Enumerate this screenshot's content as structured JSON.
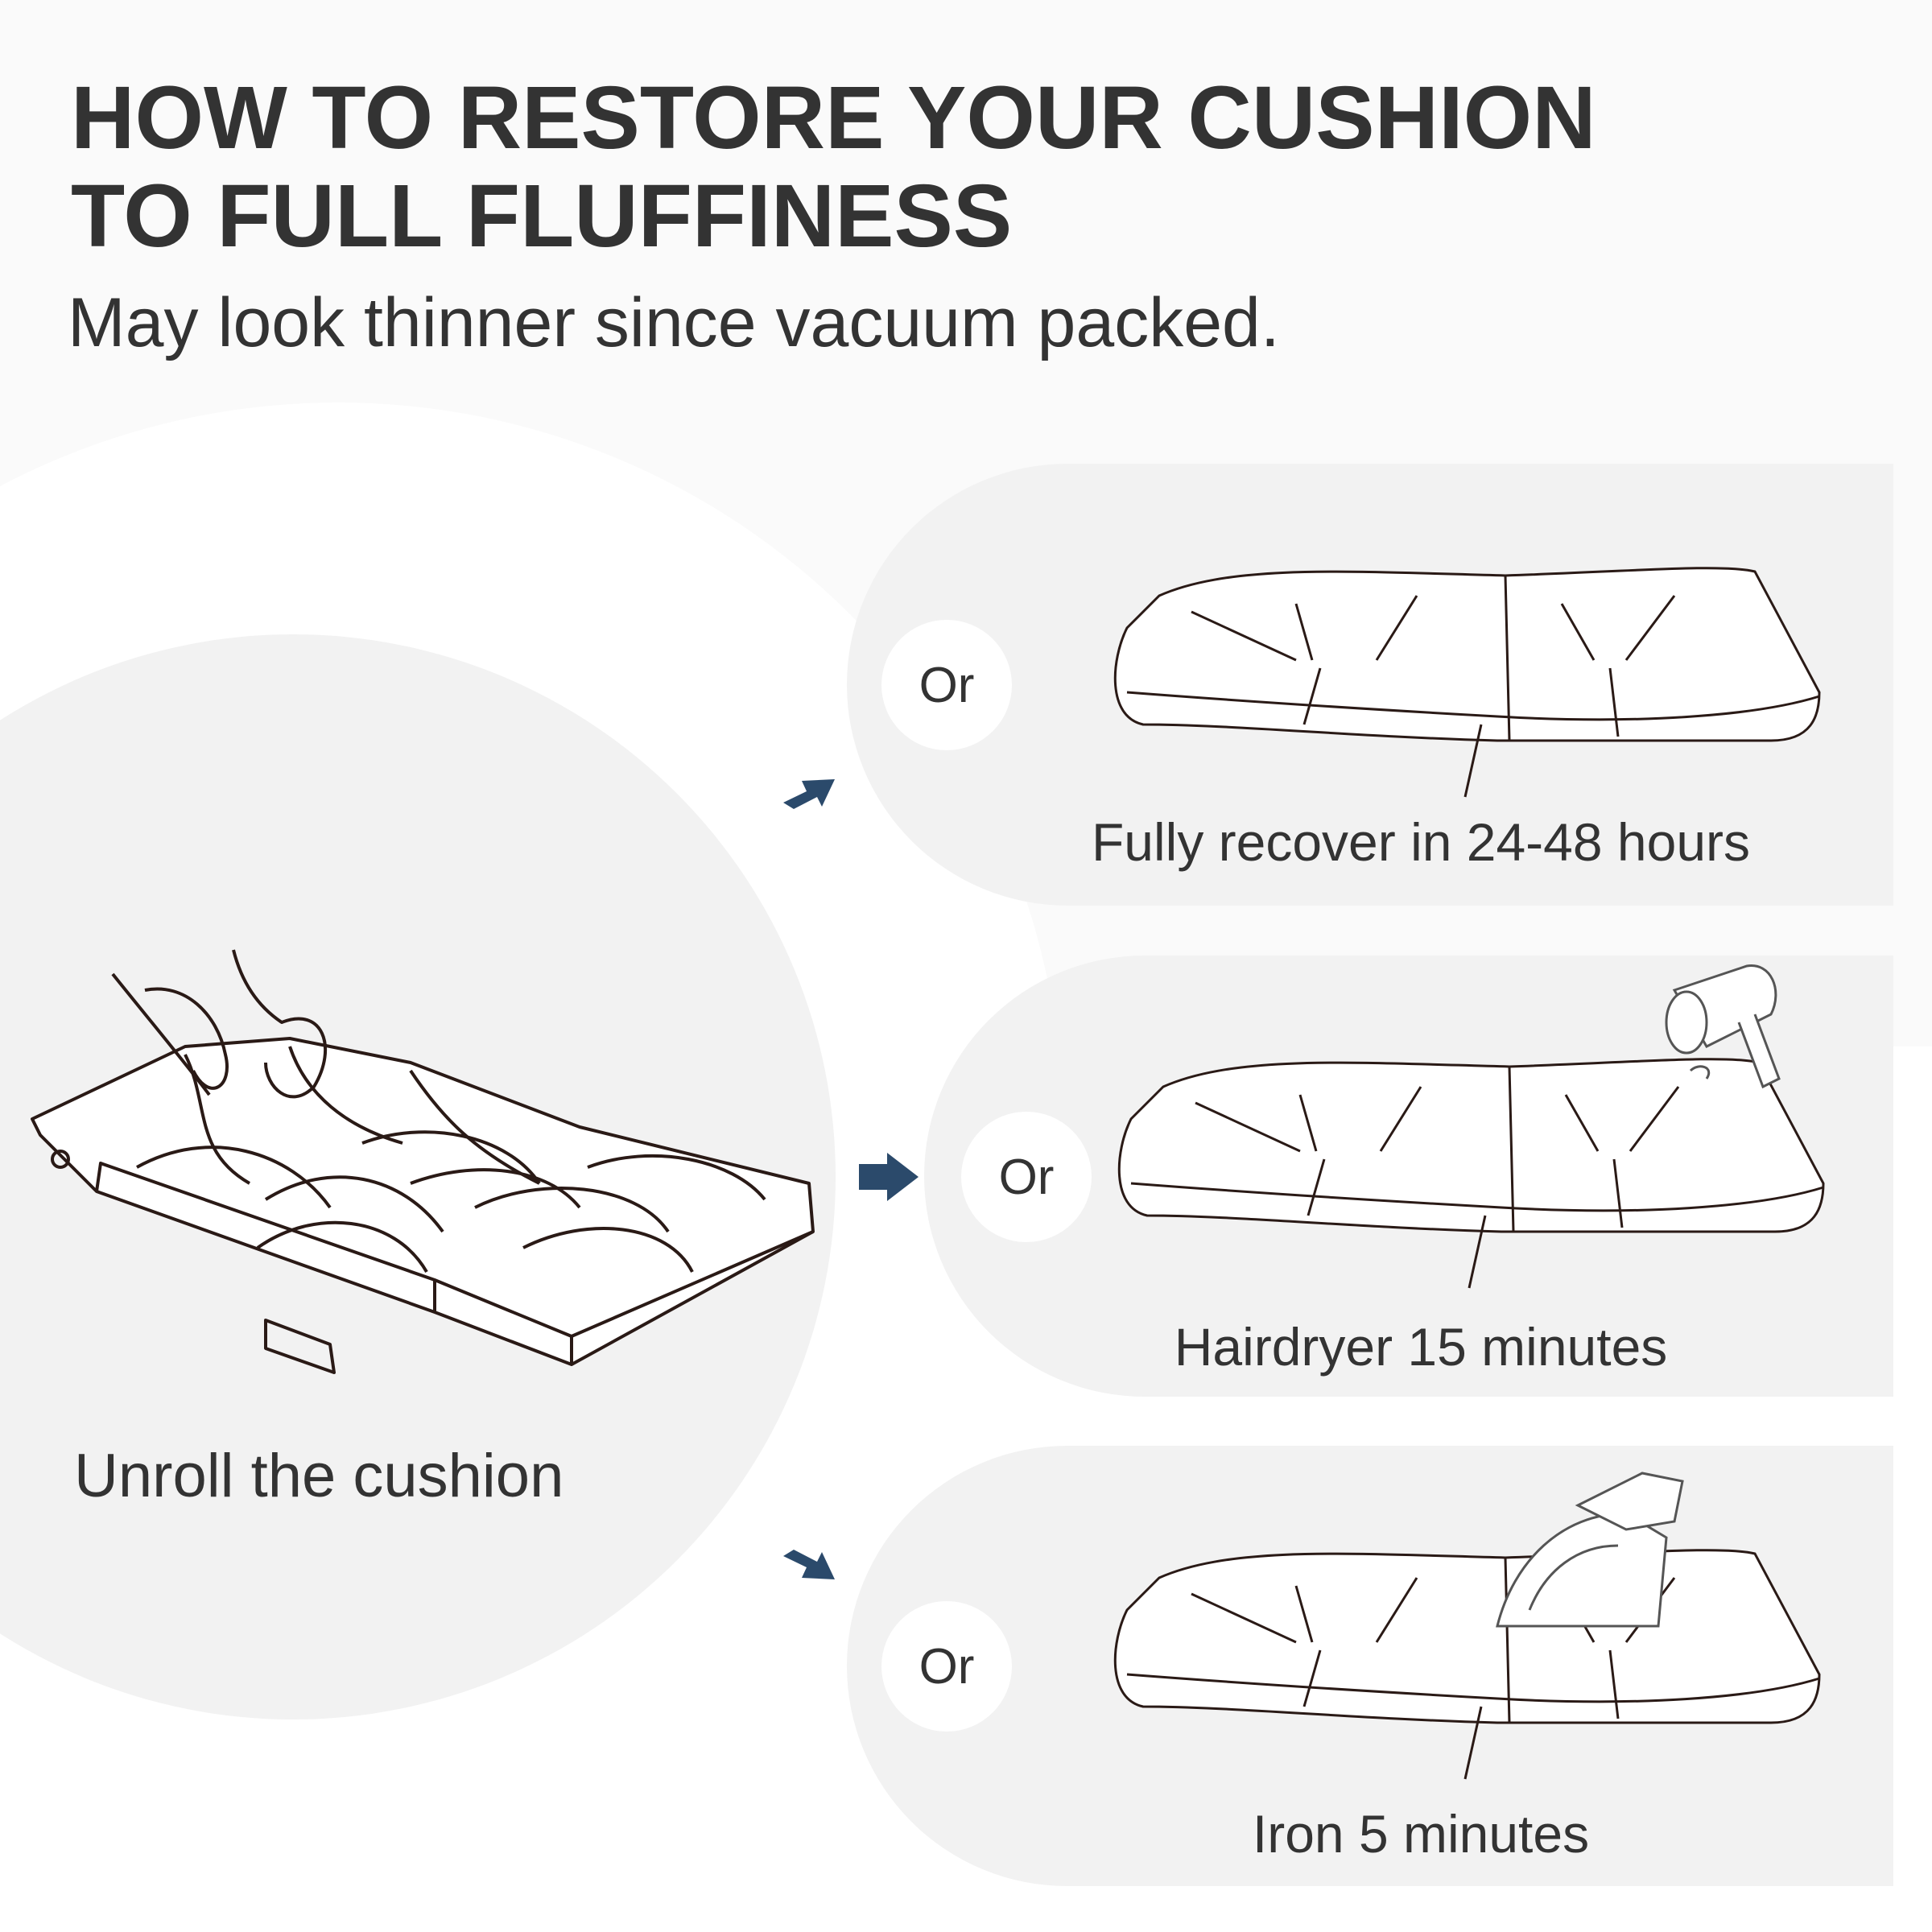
{
  "header": {
    "title_line1": "HOW TO RESTORE YOUR CUSHION",
    "title_line2": "TO FULL FLUFFINESS",
    "subtitle": "May look thinner since vacuum packed."
  },
  "step_main": {
    "caption": "Unroll the cushion"
  },
  "options": [
    {
      "or_label": "Or",
      "caption": "Fully recover in 24-48 hours",
      "tool": "none"
    },
    {
      "or_label": "Or",
      "caption": "Hairdryer 15 minutes",
      "tool": "hairdryer-icon"
    },
    {
      "or_label": "Or",
      "caption": "Iron 5 minutes",
      "tool": "iron-icon"
    }
  ],
  "colors": {
    "arrow": "#2b4a6b",
    "panel": "#f2f2f2",
    "text": "#333333",
    "line": "#2a1a16"
  }
}
